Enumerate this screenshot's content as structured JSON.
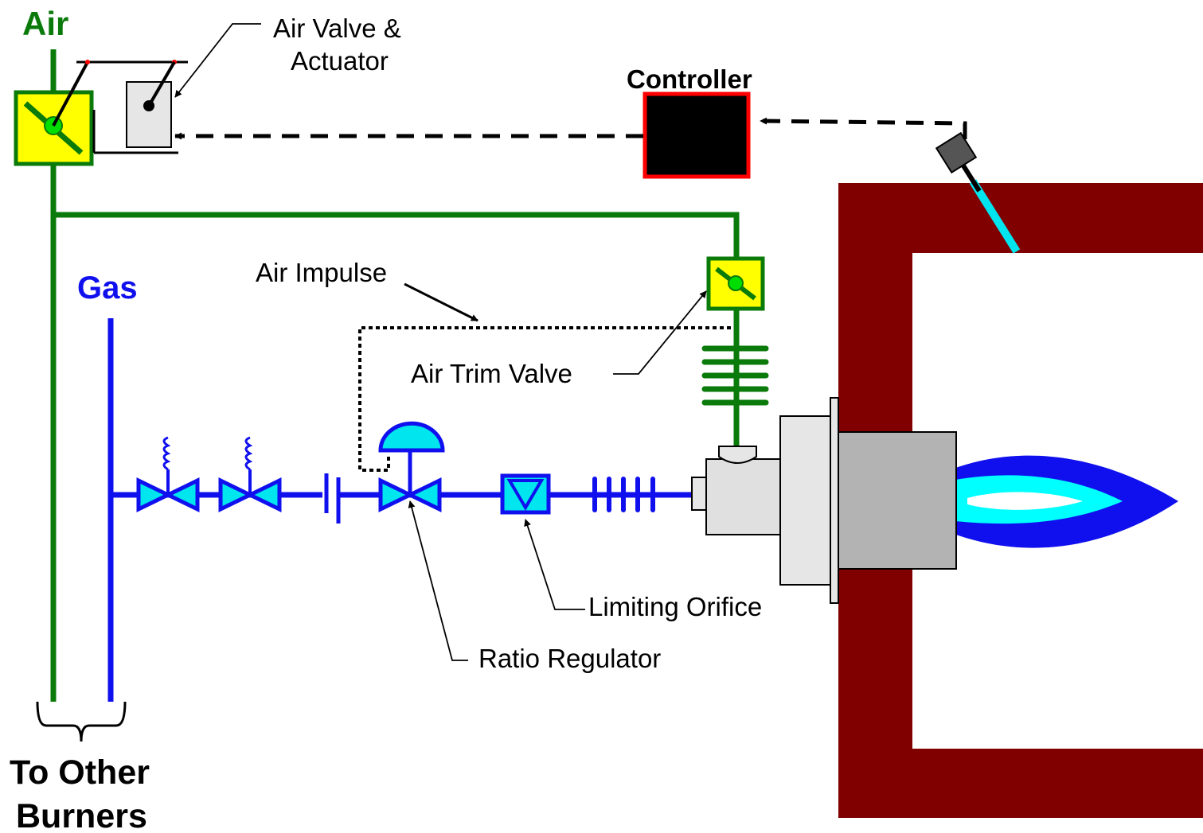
{
  "labels": {
    "air": "Air",
    "gas": "Gas",
    "air_valve_line1": "Air Valve &",
    "air_valve_line2": "Actuator",
    "controller": "Controller",
    "air_impulse": "Air Impulse",
    "air_trim_valve": "Air Trim Valve",
    "limiting_orifice": "Limiting Orifice",
    "ratio_regulator": "Ratio Regulator",
    "to_other_line1": "To Other",
    "to_other_line2": "Burners"
  },
  "colors": {
    "air_line": "#0a7a0a",
    "gas_line": "#1010ee",
    "valve_fill": "#ffff00",
    "valve_body_fill": "#00e5ee",
    "controller_fill": "#000000",
    "controller_border": "#ff0000",
    "furnace_wall": "#800000",
    "flame_outer": "#1010ee",
    "flame_inner": "#00ffff",
    "burner_gray": "#b3b3b3"
  }
}
